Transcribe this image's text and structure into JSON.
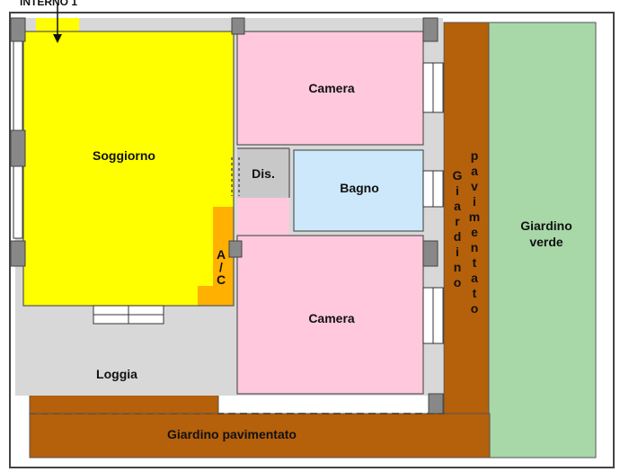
{
  "entrance": {
    "label": "INTERNO 1"
  },
  "rooms": {
    "soggiorno": {
      "label": "Soggiorno",
      "color": "#ffff00"
    },
    "camera_top": {
      "label": "Camera",
      "color": "#ffc8dc"
    },
    "disimpegno": {
      "label": "Dis.",
      "color": "#c8c8c8"
    },
    "bagno": {
      "label": "Bagno",
      "color": "#cce8fa"
    },
    "camera_bottom": {
      "label": "Camera",
      "color": "#ffc8dc"
    },
    "loggia": {
      "label": "Loggia",
      "color": "#b5600a"
    },
    "ac": {
      "label": "A / C",
      "color": "#ffb000"
    }
  },
  "gardens": {
    "giardino_pavimentato_bottom": {
      "label": "Giardino pavimentato",
      "color": "#b5600a"
    },
    "giardino_pavimentato_side": {
      "line1": "Giardino",
      "line2": "pavimentato",
      "color": "#b5600a"
    },
    "giardino_verde": {
      "line1": "Giardino",
      "line2": "verde",
      "color": "#a8d8a8"
    }
  },
  "colors": {
    "wall": "#777777",
    "pillar": "#888888",
    "outline": "#333333"
  }
}
